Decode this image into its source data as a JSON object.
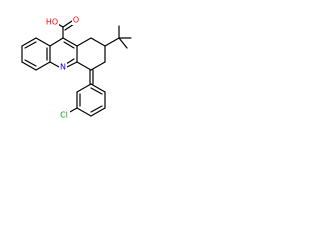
{
  "molecule": {
    "atoms": {
      "carboxyl_oh": "HO",
      "carbonyl_o": "O",
      "ring_n": "N",
      "chlorine": "Cl"
    },
    "colors": {
      "bond": "#000000",
      "carboxyl_oh": "#ff0000",
      "carbonyl_o": "#ff0000",
      "ring_n": "#0000ff",
      "chlorine": "#00aa00"
    }
  }
}
